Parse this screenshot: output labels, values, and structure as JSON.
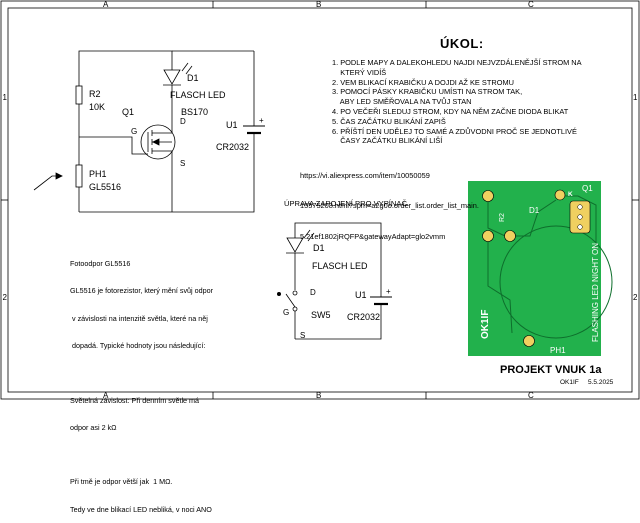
{
  "frame": {
    "columns": [
      "A",
      "B",
      "C"
    ],
    "rows": [
      "1",
      "2"
    ]
  },
  "schematic1": {
    "r2_ref": "R2",
    "r2_val": "10K",
    "ph1_ref": "PH1",
    "ph1_val": "GL5516",
    "q1_ref": "Q1",
    "q1_val": "BS170",
    "pin_g": "G",
    "pin_d": "D",
    "pin_s": "S",
    "d1_ref": "D1",
    "d1_val": "FLASCH LED",
    "u1_ref": "U1",
    "u1_val": "CR2032",
    "plus": "+"
  },
  "schematic2": {
    "d1_ref": "D1",
    "d1_val": "FLASCH LED",
    "sw_ref": "SW5",
    "pin_d": "D",
    "pin_g": "G",
    "pin_s": "S",
    "u1_ref": "U1",
    "u1_val": "CR2032",
    "plus": "+"
  },
  "task": {
    "title": "ÚKOL:",
    "items": [
      "1. PODLE MAPY A DALEKOHLEDU NAJDI NEJVZDÁLENĚJŠÍ STROM NA",
      "    KTERÝ VIDÍŠ",
      "2. VEM BLIKACÍ KRABIČKU A DOJDI AŽ KE STROMU",
      "3. POMOCÍ PÁSKY KRABIČKU UMÍSTI NA STROM TAK,",
      "    ABY LED SMĚŘOVALA NA TVŮJ STAN",
      "4. PO VEČEŘI SLEDUJ STROM, KDY NA NĚM ZAČNE DIODA BLIKAT",
      "5. ČAS ZAČÁTKU BLIKÁNÍ ZAPIŠ",
      "6. PŘÍŠTÍ DEN UDĚLEJ TO SAMÉ A ZDŮVODNI PROČ SE JEDNOTLIVÉ",
      "    ČASY ZAČÁTKU BLIKÁNÍ LIŠÍ"
    ]
  },
  "url_lines": [
    "https://vi.aliexpress.com/item/10050059",
    "15575208.html?spm=a2g0o.order_list.order_list_main.",
    "5.21ef1802jRQFP&gatewayAdapt=glo2vmm"
  ],
  "fix_note": "ÚPRAVA ZAPOJENÍ PRO VYPÍNAČ.",
  "photo_note": [
    "Fotoodpor GL5516",
    "GL5516 je fotorezistor, který mění svůj odpor",
    " v závislosti na intenzitě světla, které na něj",
    " dopadá. Typické hodnoty jsou následující:",
    "",
    "Světelná závislost: Při denním světle má",
    "odpor asi 2 kΩ",
    "",
    "Při tmě je odpor větší jak  1 MΩ.",
    "Tedy ve dne blikací LED nebliká, v noci ANO"
  ],
  "pcb": {
    "k_label": "K",
    "q1_label": "Q1",
    "d1_label": "D1",
    "r2_label": "R2",
    "ph1_label": "PH1",
    "side_text": "FLASHING LED NIGHT ON",
    "logo_text": "OK1IF",
    "board_color": "#22b14c",
    "pad_color": "#f0d060"
  },
  "title_block": {
    "project": "PROJEKT VNUK 1a",
    "author": "OK1IF",
    "date": "5.5.2025"
  }
}
